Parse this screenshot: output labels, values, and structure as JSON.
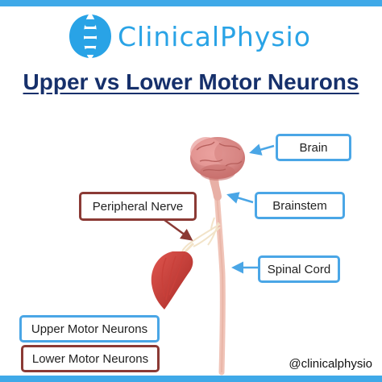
{
  "brand": {
    "name": "ClinicalPhysio",
    "accent_color": "#29a3e6",
    "icon": "spine-logo-icon"
  },
  "title": "Upper vs Lower Motor Neurons",
  "labels": {
    "brain": "Brain",
    "brainstem": "Brainstem",
    "spinal_cord": "Spinal Cord",
    "peripheral_nerve": "Peripheral Nerve"
  },
  "legend": {
    "upper": "Upper Motor Neurons",
    "upper_color": "#4aa6e6",
    "lower": "Lower Motor Neurons",
    "lower_color": "#8b3a35"
  },
  "handle": "@clinicalphysio"
}
